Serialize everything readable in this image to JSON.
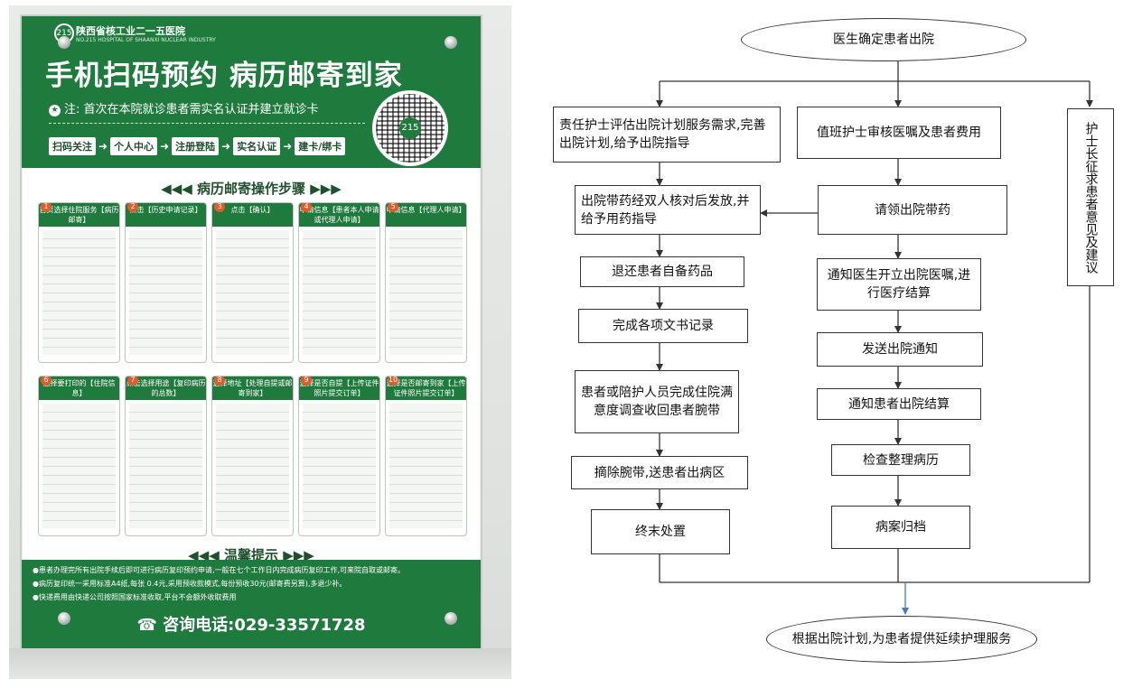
{
  "poster": {
    "hospital_name": "陕西省核工业二一五医院",
    "hospital_name_en": "NO.215 HOSPITAL OF SHAANXI NUCLEAR INDUSTRY",
    "logo_text": "215",
    "title": "手机扫码预约 病历邮寄到家",
    "note": "注: 首次在本院就诊患者需实名认证并建立就诊卡",
    "reg_steps": [
      "扫码关注",
      "个人中心",
      "注册登陆",
      "实名认证",
      "建卡/绑卡"
    ],
    "qr_center": "215",
    "section_title": "◀◀◀ 病历邮寄操作步骤 ▶▶▶",
    "screens_row1": [
      {
        "num": "1",
        "title": "首页选择住院服务【病历邮寄】"
      },
      {
        "num": "2",
        "title": "点击【历史申请记录】"
      },
      {
        "num": "3",
        "title": "点击【确认】"
      },
      {
        "num": "4",
        "title": "申请信息【患者本人申请或代理人申请】"
      },
      {
        "num": "5",
        "title": "申请信息【代理人申请】"
      }
    ],
    "screens_row2": [
      {
        "num": "6",
        "title": "选择要打印的【住院信息】"
      },
      {
        "num": "7",
        "title": "点击选择用途【复印病历的总数】"
      },
      {
        "num": "8",
        "title": "选择地址【处理自提或邮寄到家】"
      },
      {
        "num": "9",
        "title": "选择是否自提【上传证件照片提交订单】"
      },
      {
        "num": "10",
        "title": "选择是否邮寄到家【上传证件照片提交订单】"
      }
    ],
    "tips_title": "◀◀◀ 温馨提示 ▶▶▶",
    "tips": [
      "●患者办理完所有出院手续后即可进行病历复印预约申请,一般在七个工作日内完成病历复印工作,可来院自取或邮寄。",
      "●病历复印统一采用标准A4纸,每张 0.4元,采用预收款模式,每份预收30元(邮寄费另算),多退少补。",
      "●快递费用由快递公司按照国家标准收取,平台不会额外收取费用"
    ],
    "phone": "☎ 咨询电话:029-33571728",
    "colors": {
      "green": "#1f7a3d",
      "accent": "#e25b2c"
    }
  },
  "flow": {
    "start": "医生确定患者出院",
    "left": [
      "责任护士评估出院计划服务需求,完善出院计划,给予出院指导",
      "出院带药经双人核对后发放,并给予用药指导",
      "退还患者自备药品",
      "完成各项文书记录",
      "患者或陪护人员完成住院满意度调查收回患者腕带",
      "摘除腕带,送患者出病区",
      "终末处置"
    ],
    "middle": [
      "值班护士审核医嘱及患者费用",
      "请领出院带药",
      "通知医生开立出院医嘱,进行医疗结算",
      "发送出院通知",
      "通知患者出院结算",
      "检查整理病历",
      "病案归档"
    ],
    "right": "护士长征求患者意见及建议",
    "end": "根据出院计划,为患者提供延续护理服务",
    "colors": {
      "line": "#333333",
      "final_arrow": "#4a78b8"
    }
  }
}
